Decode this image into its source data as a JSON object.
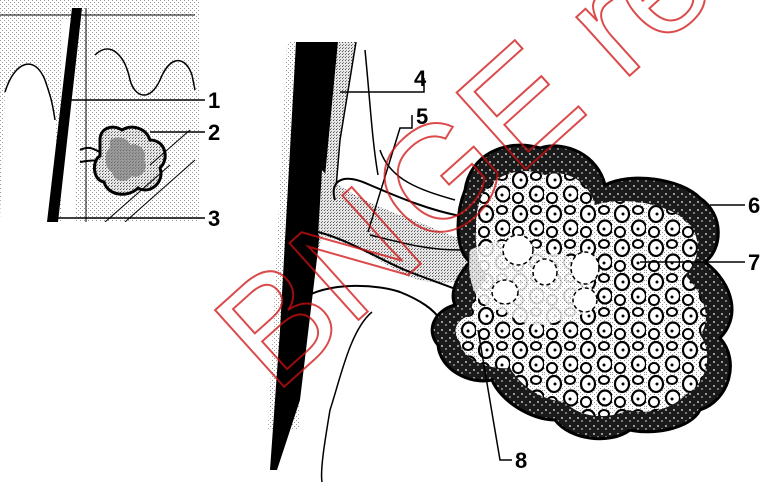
{
  "labels": {
    "l1": "1",
    "l2": "2",
    "l3": "3",
    "l4": "4",
    "l5": "5",
    "l6": "6",
    "l7": "7",
    "l8": "8"
  },
  "watermark": "BNGE re",
  "colors": {
    "ink": "#000000",
    "stipple": "#bdbdbd",
    "watermark": "#d01010"
  }
}
